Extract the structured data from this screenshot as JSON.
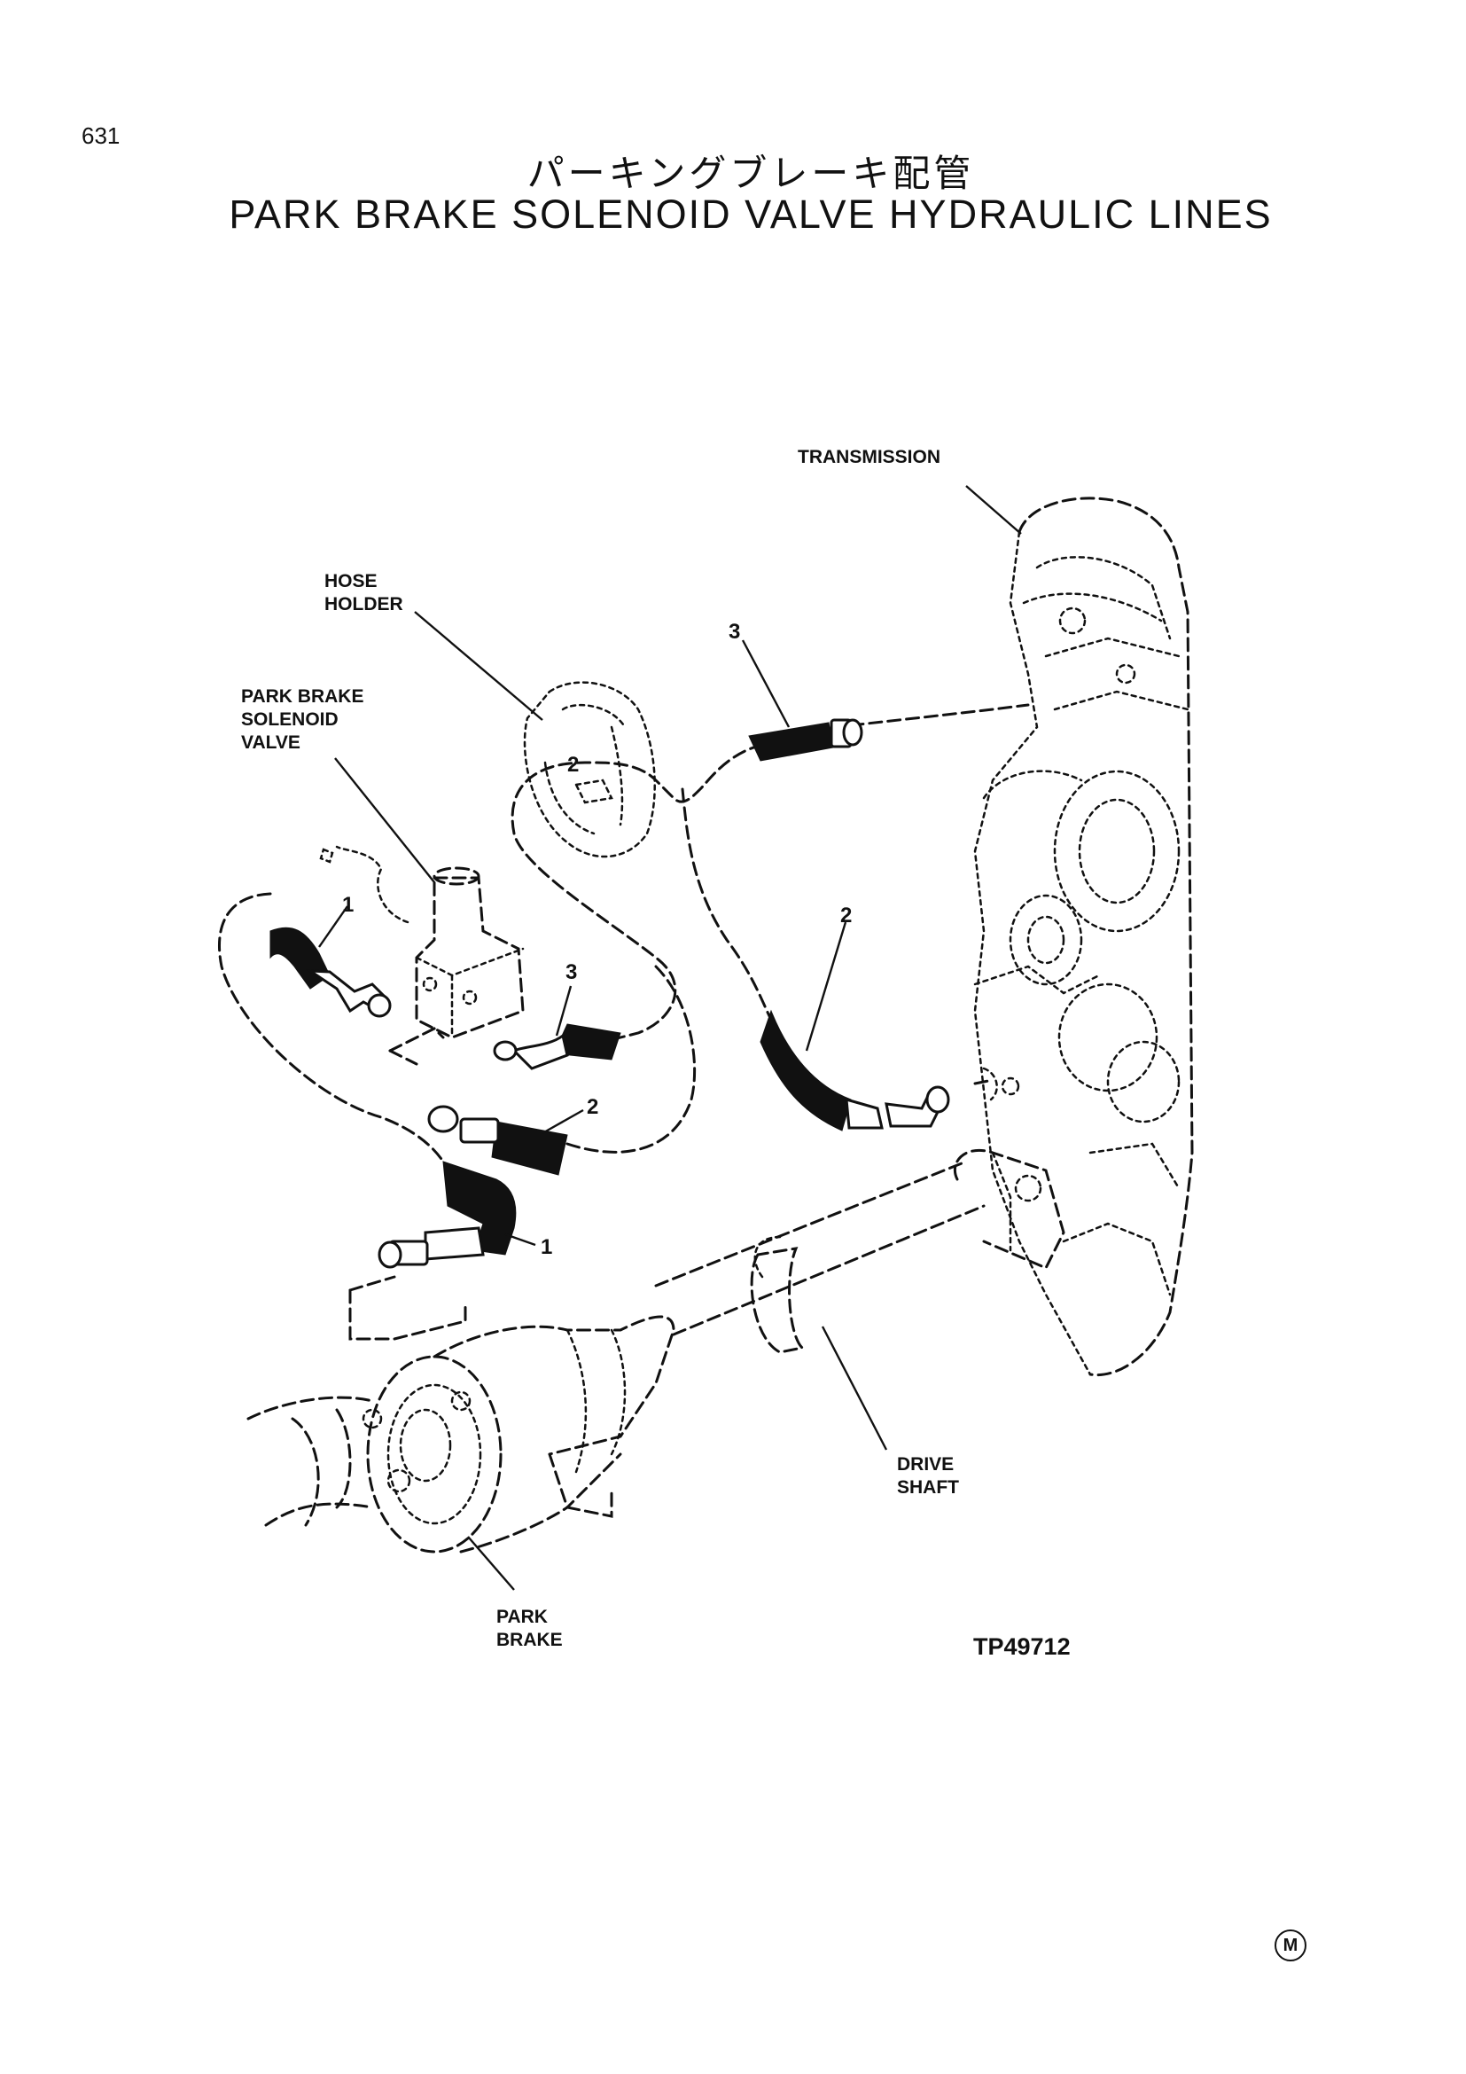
{
  "page": {
    "page_number": "631",
    "title_japanese": "パーキングブレーキ配管",
    "title_english": "PARK BRAKE SOLENOID VALVE HYDRAULIC LINES"
  },
  "callouts": {
    "transmission": "TRANSMISSION",
    "hose_holder": [
      "HOSE",
      "HOLDER"
    ],
    "park_brake_solenoid_valve": [
      "PARK BRAKE",
      "SOLENOID",
      "VALVE"
    ],
    "drive_shaft": [
      "DRIVE",
      "SHAFT"
    ],
    "park_brake": [
      "PARK",
      "BRAKE"
    ]
  },
  "item_numbers": {
    "hose_3_top": "3",
    "hose_1_valve": "1",
    "hose_3_valve": "3",
    "hose_2_right": "2",
    "hose_2_valve": "2",
    "hose_1_brake": "1",
    "holder_2": "2"
  },
  "figure_code": "TP49712",
  "footer_mark": "M"
}
